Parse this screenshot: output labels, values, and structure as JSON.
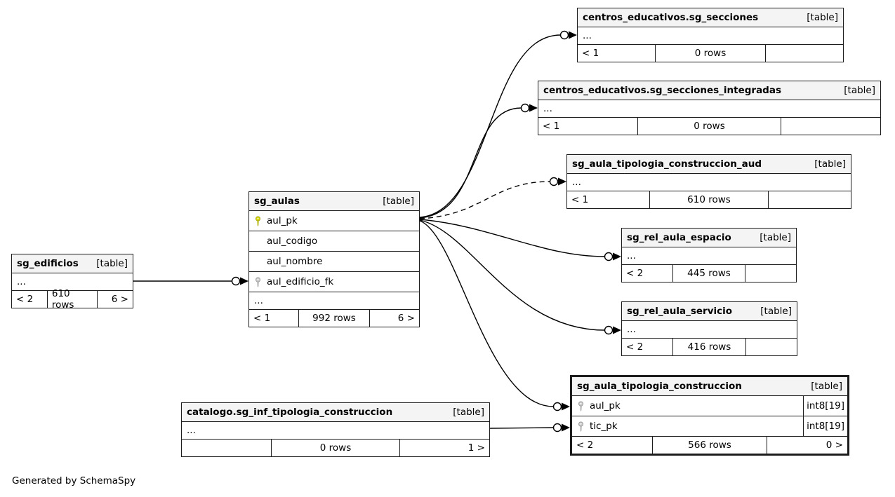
{
  "note": "Generated by SchemaSpy",
  "colors": {
    "header_background": "#f4f4f4",
    "border": "#1c1c1c",
    "primary_key_icon": "#d4d400",
    "foreign_key_icon": "#c9c9c9"
  },
  "tables": [
    {
      "name": "sg_edificios",
      "tag": "[table]",
      "ellipsis": "...",
      "footer": {
        "left": "< 2",
        "center": "610 rows",
        "right": "6 >"
      }
    },
    {
      "name": "sg_aulas",
      "tag": "[table]",
      "columns": [
        {
          "name": "aul_pk",
          "key": "primary-key"
        },
        {
          "name": "aul_codigo",
          "key": ""
        },
        {
          "name": "aul_nombre",
          "key": ""
        },
        {
          "name": "aul_edificio_fk",
          "key": "foreign-key"
        }
      ],
      "ellipsis": "...",
      "footer": {
        "left": "< 1",
        "center": "992 rows",
        "right": "6 >"
      }
    },
    {
      "name": "centros_educativos.sg_secciones",
      "tag": "[table]",
      "ellipsis": "...",
      "footer": {
        "left": "< 1",
        "center": "0 rows",
        "right": ""
      }
    },
    {
      "name": "centros_educativos.sg_secciones_integradas",
      "tag": "[table]",
      "ellipsis": "...",
      "footer": {
        "left": "< 1",
        "center": "0 rows",
        "right": ""
      }
    },
    {
      "name": "sg_aula_tipologia_construccion_aud",
      "tag": "[table]",
      "ellipsis": "...",
      "footer": {
        "left": "< 1",
        "center": "610 rows",
        "right": ""
      }
    },
    {
      "name": "sg_rel_aula_espacio",
      "tag": "[table]",
      "ellipsis": "...",
      "footer": {
        "left": "< 2",
        "center": "445 rows",
        "right": ""
      }
    },
    {
      "name": "sg_rel_aula_servicio",
      "tag": "[table]",
      "ellipsis": "...",
      "footer": {
        "left": "< 2",
        "center": "416 rows",
        "right": ""
      }
    },
    {
      "name": "sg_aula_tipologia_construccion",
      "tag": "[table]",
      "columns": [
        {
          "name": "aul_pk",
          "key": "foreign-key",
          "type": "int8[19]"
        },
        {
          "name": "tic_pk",
          "key": "foreign-key",
          "type": "int8[19]"
        }
      ],
      "footer": {
        "left": "< 2",
        "center": "566 rows",
        "right": "0 >"
      }
    },
    {
      "name": "catalogo.sg_inf_tipologia_construccion",
      "tag": "[table]",
      "ellipsis": "...",
      "footer": {
        "left": "",
        "center": "0 rows",
        "right": "1 >"
      }
    }
  ]
}
